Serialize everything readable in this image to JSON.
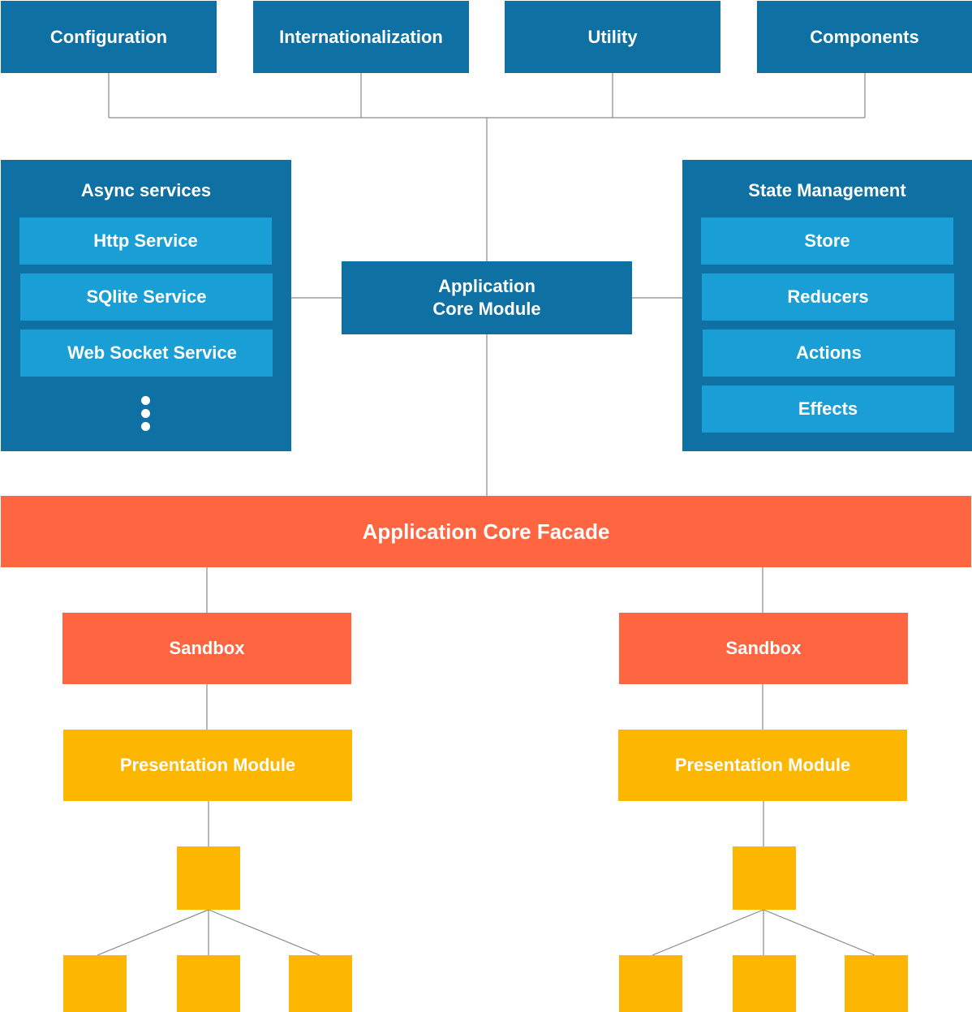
{
  "top_modules": [
    "Configuration",
    "Internationalization",
    "Utility",
    "Components"
  ],
  "async_services": {
    "title": "Async services",
    "items": [
      "Http Service",
      "SQlite Service",
      "Web Socket Service"
    ]
  },
  "state_management": {
    "title": "State Management",
    "items": [
      "Store",
      "Reducers",
      "Actions",
      "Effects"
    ]
  },
  "core_module": {
    "line1": "Application",
    "line2": "Core Module"
  },
  "facade": "Application Core Facade",
  "branches": [
    {
      "sandbox": "Sandbox",
      "presentation": "Presentation Module"
    },
    {
      "sandbox": "Sandbox",
      "presentation": "Presentation Module"
    }
  ],
  "colors": {
    "dark_blue": "#0e70a3",
    "light_blue": "#1a9ed6",
    "orange_red": "#fe6541",
    "amber": "#fdb602",
    "connector": "#8a8a8a"
  }
}
